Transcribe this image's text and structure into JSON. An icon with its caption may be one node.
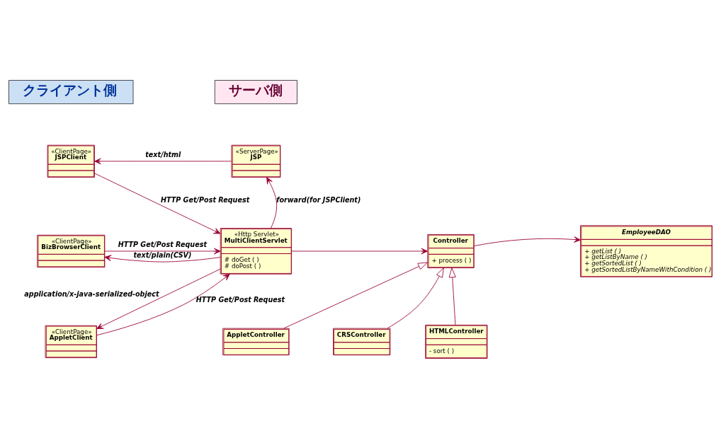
{
  "diagram": {
    "nodes": [
      {
        "text": [
          "クライアント側"
        ]
      },
      {
        "text": [
          "サーバ側"
        ]
      },
      {
        "text": [
          "«ClientPage»",
          "JSPClient"
        ]
      },
      {
        "text": [
          "«ServerPage»",
          "JSP"
        ]
      },
      {
        "text": [
          "«ClientPage»",
          "BizBrowserClient"
        ]
      },
      {
        "text": [
          "«Http Servlet»",
          "MultiClientServlet",
          "# doGet ( )",
          "# doPost ( )"
        ]
      },
      {
        "text": [
          "Controller",
          "+ process ( )"
        ]
      },
      {
        "text": [
          "EmployeeDAO",
          "+ getList ( )",
          "+ getListByName ( )",
          "+ getSortedList ( )",
          "+ getSortedListByNameWithCondition ( )"
        ]
      },
      {
        "text": [
          "«ClientPage»",
          "AppletClient"
        ]
      },
      {
        "text": [
          "AppletController"
        ]
      },
      {
        "text": [
          "CRSController"
        ]
      },
      {
        "text": [
          "HTMLController",
          "- sort ( )"
        ]
      }
    ],
    "edges": [
      {
        "from": 3,
        "to": 2,
        "arrow": "to",
        "label": "text/html"
      },
      {
        "from": 2,
        "to": 5,
        "arrow": "to",
        "label": "HTTP Get/Post Request"
      },
      {
        "from": 5,
        "to": 3,
        "arrow": "to",
        "label": "forward(for JSPClient)"
      },
      {
        "from": 4,
        "to": 5,
        "arrow": "to",
        "label": "HTTP Get/Post Request"
      },
      {
        "from": 5,
        "to": 4,
        "arrow": "to",
        "label": "text/plain(CSV)"
      },
      {
        "from": 8,
        "to": 5,
        "arrow": "to",
        "label": "HTTP Get/Post Request"
      },
      {
        "from": 5,
        "to": 8,
        "arrow": "to",
        "label": "application/x-java-serialized-object"
      },
      {
        "from": 5,
        "to": 6,
        "arrow": "to"
      },
      {
        "from": 6,
        "to": 7,
        "arrow": "to"
      },
      {
        "from": 9,
        "to": 6,
        "arrow": "to"
      },
      {
        "from": 10,
        "to": 6,
        "arrow": "to"
      },
      {
        "from": 11,
        "to": 6,
        "arrow": "to"
      }
    ]
  }
}
